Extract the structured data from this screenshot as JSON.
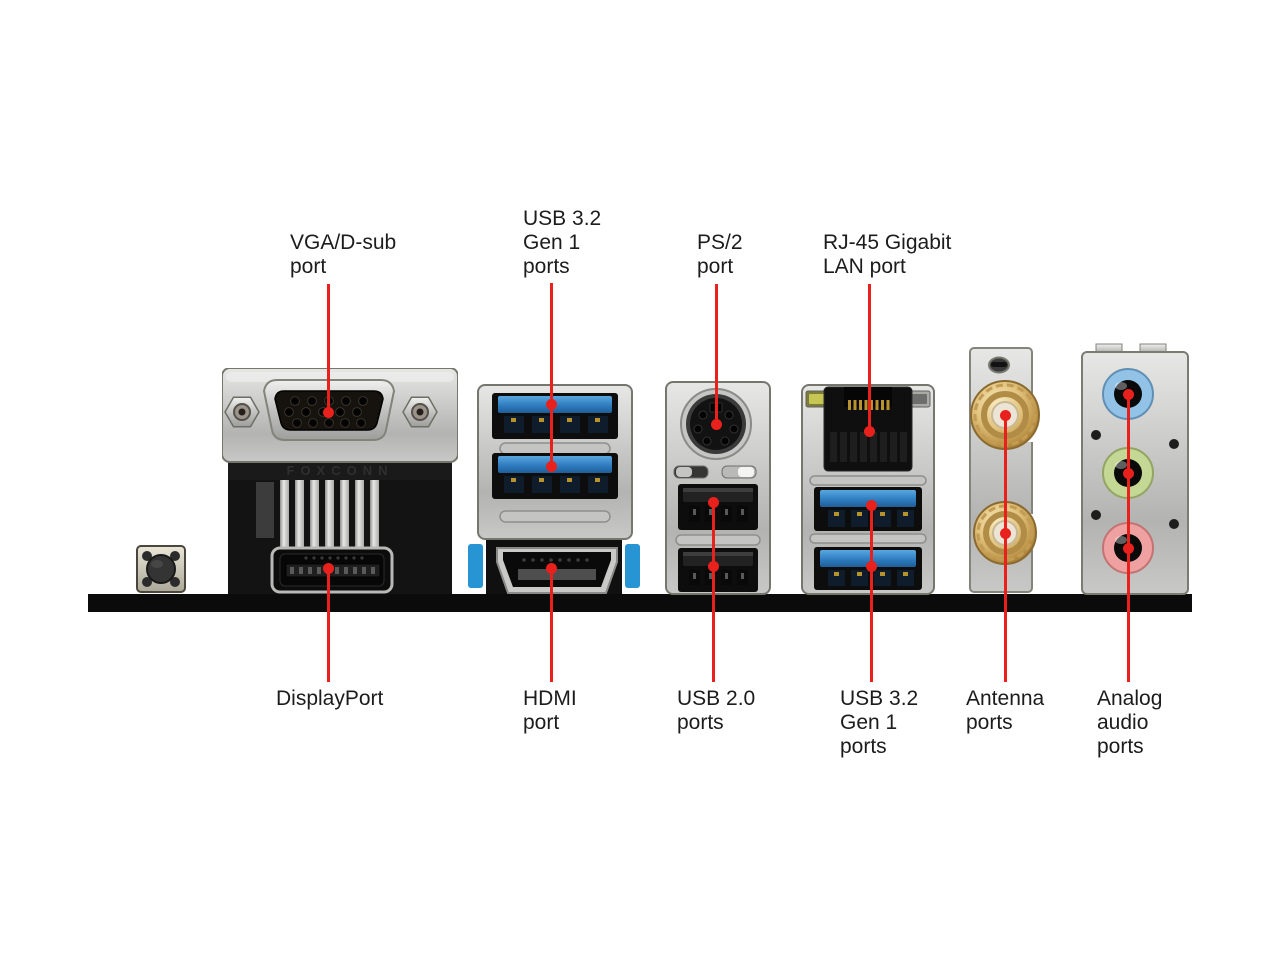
{
  "colors": {
    "accent_red": "#e8211d",
    "pcb_black": "#0b0b0b",
    "usb3_blue": "#2f7dc0",
    "usb3_blue_light": "#5aa7e0",
    "hdmi_clip_blue": "#2795d4",
    "lan_led_green": "#c6c654",
    "antenna_gold": "#dcb873",
    "audio_line_in_blue": "#92c3e6",
    "audio_line_out_green": "#c5d795",
    "audio_mic_pink": "#efa1a1"
  },
  "labels": {
    "vga": [
      "VGA/D-sub",
      "port"
    ],
    "usb32_top": [
      "USB 3.2",
      "Gen 1",
      "ports"
    ],
    "ps2": [
      "PS/2",
      "port"
    ],
    "lan": [
      "RJ-45 Gigabit",
      "LAN port"
    ],
    "displayport": [
      "DisplayPort"
    ],
    "hdmi": [
      "HDMI",
      "port"
    ],
    "usb20": [
      "USB 2.0",
      "ports"
    ],
    "usb32_bottom": [
      "USB 3.2",
      "Gen 1",
      "ports"
    ],
    "antenna": [
      "Antenna",
      "ports"
    ],
    "audio": [
      "Analog",
      "audio",
      "ports"
    ]
  },
  "embossed_brand": "FOXCONN"
}
